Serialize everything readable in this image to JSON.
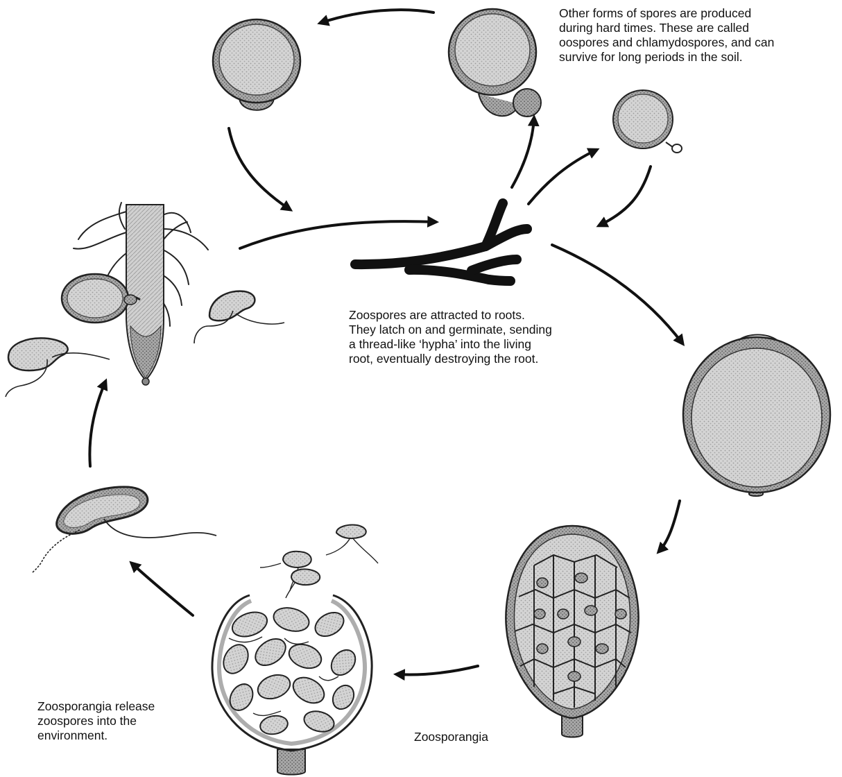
{
  "colors": {
    "ink": "#111111",
    "spore_fill": "#c9c9c9",
    "wall": "#7a7a7a",
    "background": "#ffffff"
  },
  "captions": {
    "oospores": {
      "lines": [
        "Other forms of spores are produced",
        "during hard times.  These are called",
        "oospores and chlamydospores, and can",
        "survive for long periods in the soil."
      ]
    },
    "roots": {
      "lines": [
        "Zoospores are attracted to roots.",
        "They latch on and germinate, sending",
        "a thread-like ‘hypha’ into the living",
        "root, eventually destroying the root."
      ]
    },
    "release": {
      "lines": [
        "Zoosporangia release",
        "zoospores into the",
        "environment."
      ]
    },
    "zoosporangia": {
      "label": "Zoosporangia"
    }
  }
}
